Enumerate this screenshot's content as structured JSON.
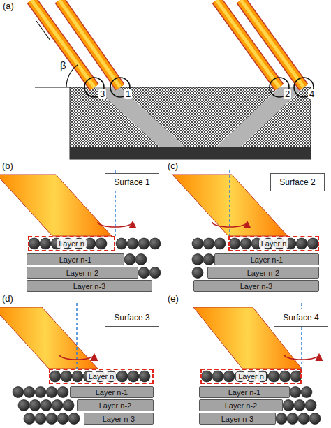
{
  "diagram": {
    "nodes": [
      {
        "text": [
          "Surface 1"
        ]
      },
      {
        "text": [
          "Layer n"
        ]
      },
      {
        "text": [
          "Layer n-1"
        ]
      },
      {
        "text": [
          "Layer n-2"
        ]
      },
      {
        "text": [
          "Layer n-3"
        ]
      },
      {
        "text": [
          "Surface 2"
        ]
      },
      {
        "text": [
          "Layer n"
        ]
      },
      {
        "text": [
          "Layer n-1"
        ]
      },
      {
        "text": [
          "Layer n-2"
        ]
      },
      {
        "text": [
          "Layer n-3"
        ]
      },
      {
        "text": [
          "Surface 3"
        ]
      },
      {
        "text": [
          "Layer n"
        ]
      },
      {
        "text": [
          "Layer n-1"
        ]
      },
      {
        "text": [
          "Layer n-2"
        ]
      },
      {
        "text": [
          "Layer n-3"
        ]
      },
      {
        "text": [
          "Surface 4"
        ]
      },
      {
        "text": [
          "Layer n"
        ]
      },
      {
        "text": [
          "Layer n-1"
        ]
      },
      {
        "text": [
          "Layer n-2"
        ]
      },
      {
        "text": [
          "Layer n-3"
        ]
      }
    ],
    "labels": [
      "(a)",
      "β",
      "3",
      "1",
      "2",
      "4",
      "(b)",
      "(c)",
      "(d)",
      "(e)"
    ]
  }
}
